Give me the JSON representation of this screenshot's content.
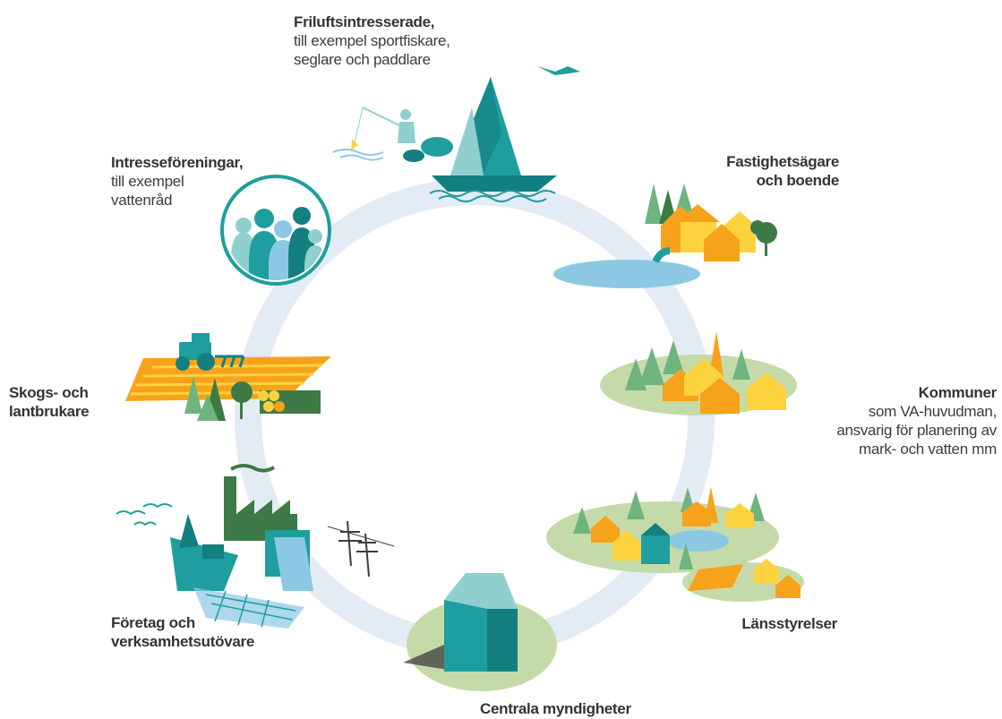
{
  "stakeholders": {
    "friluft": {
      "title": "Friluftsintresserade,",
      "lines": [
        "till exempel sportfiskare,",
        "seglare och paddlare"
      ]
    },
    "intresse": {
      "title": "Intresseföreningar,",
      "lines": [
        "till exempel",
        "vattenråd"
      ]
    },
    "fastighet": {
      "title": "Fastighetsägare",
      "lines": [
        "och boende"
      ]
    },
    "skogs": {
      "title": "Skogs- och",
      "lines": [
        "lantbrukare"
      ]
    },
    "kommuner": {
      "title": "Kommuner",
      "lines": [
        "som VA-huvudman,",
        "ansvarig för planering av",
        "mark- och vatten mm"
      ]
    },
    "foretag": {
      "title": "Företag och",
      "lines": [
        "verksamhetsutövare"
      ]
    },
    "lansstyrelser": {
      "title": "Länsstyrelser",
      "lines": []
    },
    "centrala": {
      "title": "Centrala myndigheter",
      "lines": []
    }
  },
  "colors": {
    "ring": "#e3ecf4",
    "teal": "#1e9e9e",
    "teal_dark": "#137f80",
    "teal_light": "#8fcfce",
    "water": "#8cc8e4",
    "orange": "#f7a21b",
    "yellow": "#fcd23f",
    "green_tree": "#6fb47e",
    "green_dark": "#3d7a45",
    "land": "#c4dba9"
  }
}
